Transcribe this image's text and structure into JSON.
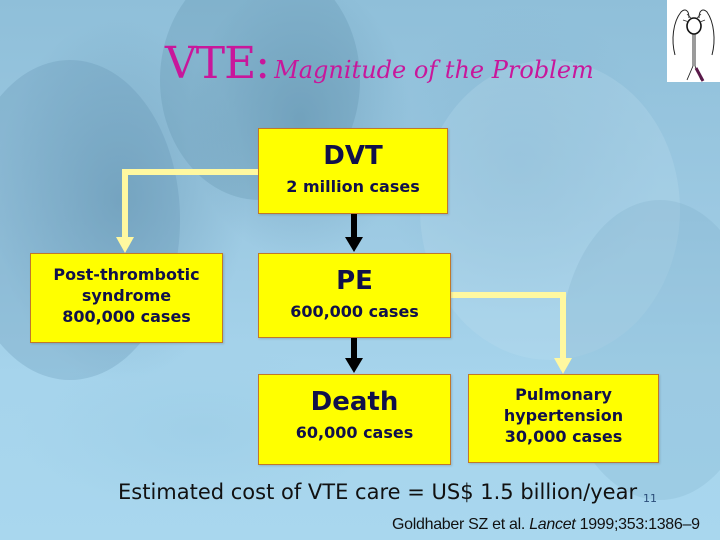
{
  "slide": {
    "title": {
      "main": "VTE:",
      "sub": "Magnitude of the Problem",
      "color": "#c8179b"
    },
    "thumbnail": {
      "icon": "lungs-heart-vessels-illustration"
    },
    "boxes": {
      "dvt": {
        "title": "DVT",
        "cases": "2 million cases"
      },
      "pe": {
        "title": "PE",
        "cases": "600,000 cases"
      },
      "death": {
        "title": "Death",
        "cases": "60,000 cases"
      },
      "pts": {
        "line1": "Post-thrombotic",
        "line2": "syndrome",
        "line3": "800,000 cases"
      },
      "ph": {
        "line1": "Pulmonary",
        "line2": "hypertension",
        "line3": "30,000 cases"
      }
    },
    "box_color": "#ffff00",
    "box_border_color": "#c0782a",
    "box_text_color": "#10104a",
    "connector_color": "#fff8a0",
    "cost_text": "Estimated cost of VTE care = US$ 1.5 billion/year",
    "page_number": "11",
    "citation": {
      "authors": "Goldhaber SZ et al.",
      "journal": "Lancet",
      "details": "1999;353:1386–9"
    }
  }
}
